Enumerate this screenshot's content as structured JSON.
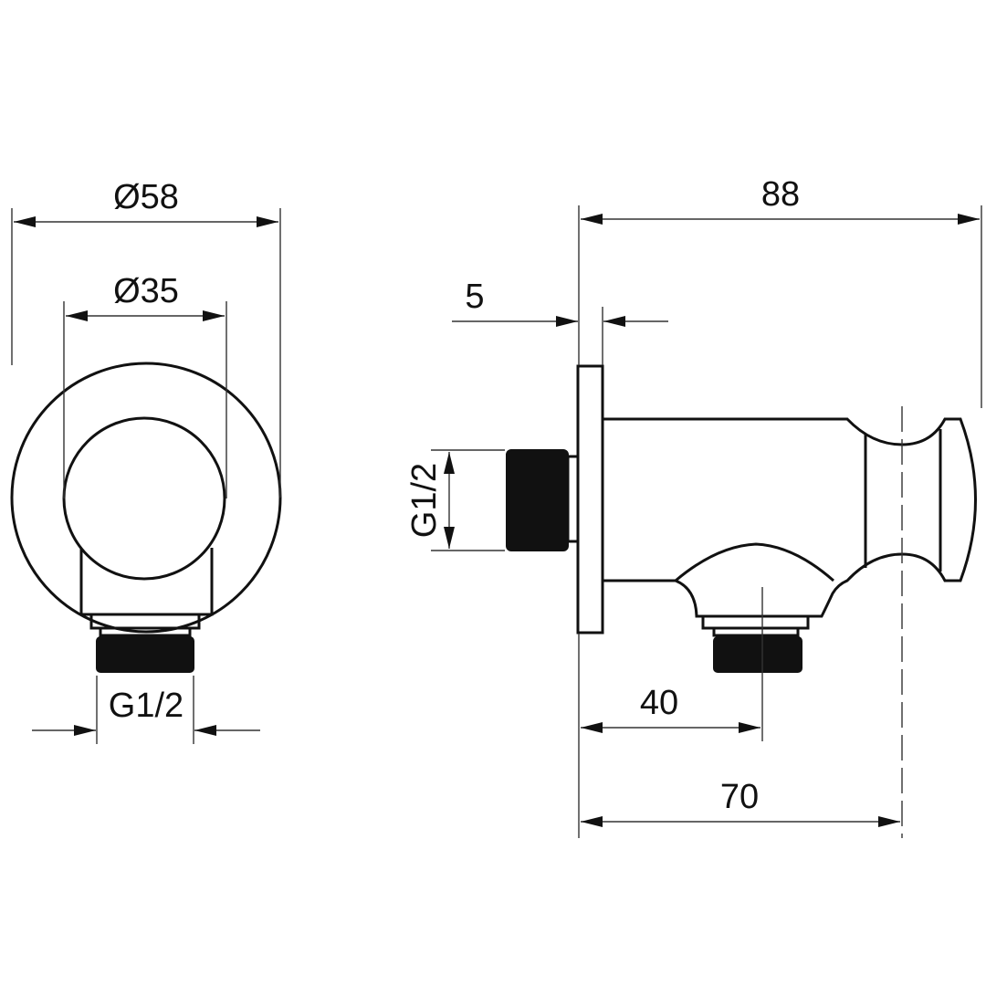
{
  "front_view": {
    "outer_diameter_label": "Ø58",
    "inner_diameter_label": "Ø35",
    "thread_label": "G1/2"
  },
  "side_view": {
    "total_length_label": "88",
    "flange_thickness_label": "5",
    "inlet_thread_label": "G1/2",
    "outlet_offset_label": "40",
    "holder_axis_label": "70"
  },
  "colors": {
    "line": "#111111",
    "background": "#ffffff"
  }
}
